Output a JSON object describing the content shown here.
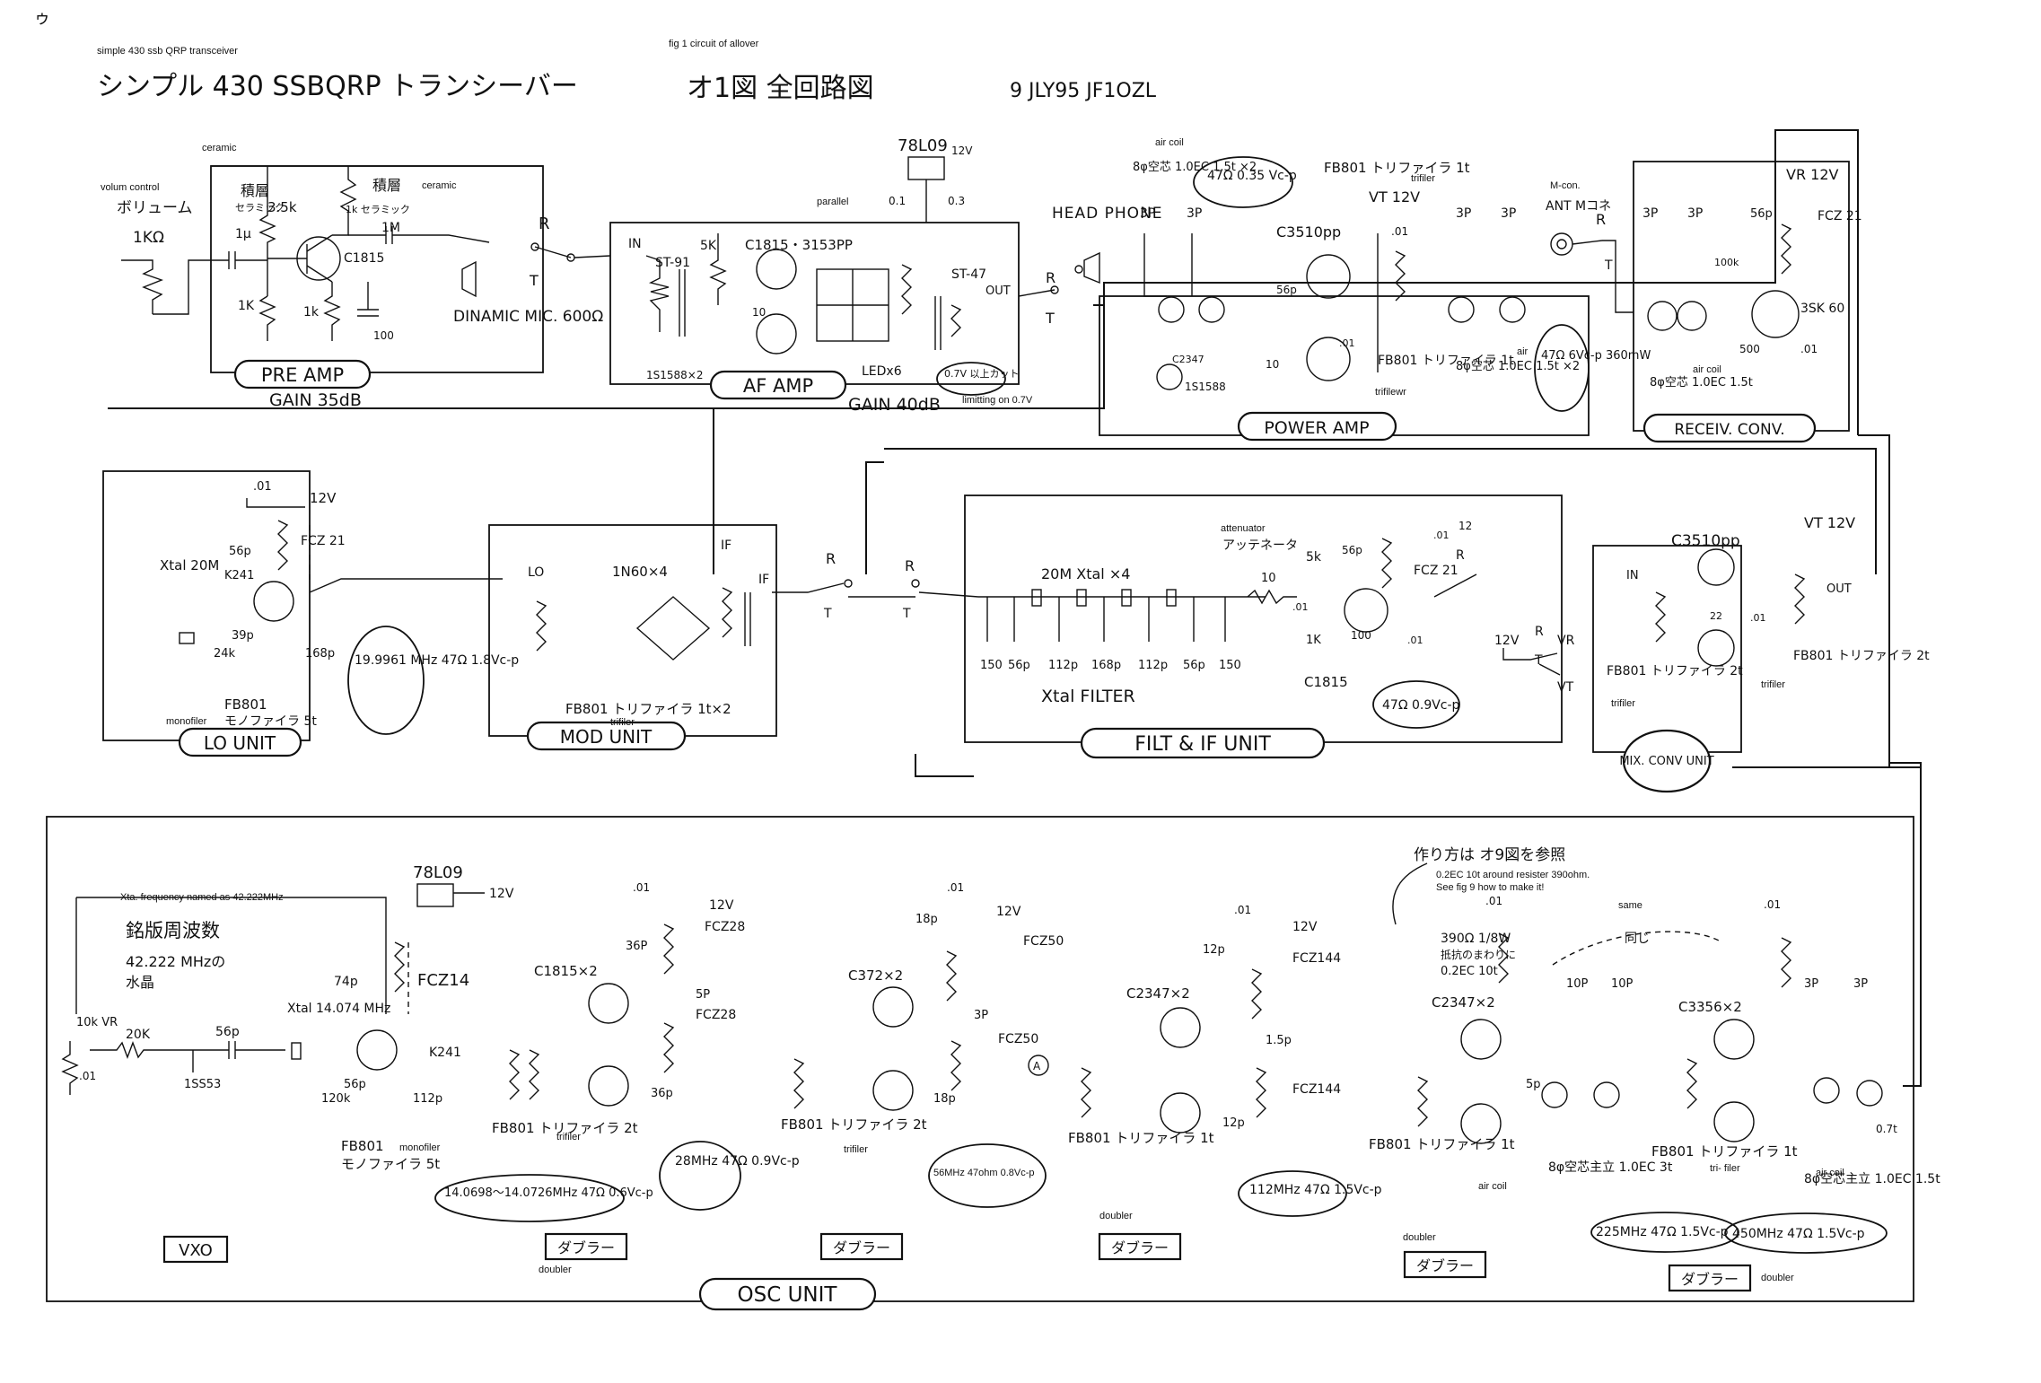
{
  "page": {
    "corner_mark": "ゥ",
    "caption_left": "simple 430 ssb QRP transceiver",
    "caption_center": "fig 1 circuit of allover",
    "title": "シンプル 430 SSBQRP トランシーバー",
    "figure": "オ1図 全回路図",
    "date_author": "9 JLY95 JF1OZL"
  },
  "units": {
    "preamp": "PRE AMP",
    "afamp": "AF AMP",
    "power": "POWER AMP",
    "receiv": "RECEIV. CONV.",
    "lo": "LO UNIT",
    "mod": "MOD UNIT",
    "filt": "FILT & IF UNIT",
    "mix": "MIX. CONV UNIT",
    "osc": "OSC UNIT"
  },
  "preamp": {
    "volum_note": "volum control",
    "volum": "ボリューム",
    "volum_val": "1KΩ",
    "ceramic1": "ceramic",
    "ceramic2": "ceramic",
    "seki1": "積層",
    "sera1": "セラミック",
    "seki2": "積層",
    "sera2": "1k セラミック",
    "cap1": "1μ",
    "cap2": "1M",
    "r35k": "3.5k",
    "tr": "C1815",
    "r1k_a": "1K",
    "r1k_b": "1k",
    "c100": "100",
    "gain": "GAIN 35dB",
    "sw": "R",
    "swt": "T",
    "mic": "DINAMIC MIC. 600Ω"
  },
  "afamp": {
    "in": "IN",
    "st91": "ST-91",
    "r5k": "5K",
    "tr": "C1815・3153PP",
    "parallel": "parallel",
    "r10": "10",
    "st47": "ST-47",
    "out": "OUT",
    "diode": "1S1588×2",
    "led": "LEDx6",
    "gain": "GAIN 40dB",
    "limit": "0.7V 以上カット",
    "limit_note": "limitting on 0.7V",
    "reg": "78L09",
    "v12": "12V",
    "c01a": "0.1",
    "c01b": "0.3"
  },
  "phone": {
    "label": "HEAD PHONE",
    "r": "R",
    "t": "T"
  },
  "power": {
    "aircoil": "air coil",
    "coil": "8φ空芯 1.0EC 1.5t ×2",
    "r47": "47Ω 0.35 Vc-p",
    "fb": "FB801 トリファイラ 1t",
    "trifiler": "trifiler",
    "vt": "VT 12V",
    "c01": ".01",
    "tr": "C3510pp",
    "p3a": "3P",
    "p3b": "3P",
    "p3c": "3P",
    "p3d": "3P",
    "c56": "56p",
    "c01b": ".01",
    "r10": "10",
    "d": "1S1588",
    "tr2": "C2347",
    "fb2": "FB801 トリファイラ 1t",
    "trifilewr": "trifilewr",
    "air": "air",
    "coil2": "8φ空芯 1.0EC 1.5t ×2",
    "out": "47Ω 6Vc-p 360mW"
  },
  "receiv": {
    "mcon": "M-con.",
    "ant": "ANT Mコネ",
    "r": "R",
    "t": "T",
    "p3a": "3P",
    "p3b": "3P",
    "c56": "56p",
    "r100k": "100k",
    "vr": "VR 12V",
    "fc": "FCZ 21",
    "tr": "3SK 60",
    "r500": "500",
    "c01": ".01",
    "coil": "8φ空芯 1.0EC 1.5t",
    "aircoil": "air coil"
  },
  "lo": {
    "c01": ".01",
    "v12": "12V",
    "c56": "56p",
    "fc": "FCZ 21",
    "xtal": "Xtal 20M",
    "tr": "K241",
    "c39": "39p",
    "r24k": "24k",
    "c168": "168p",
    "fb": "FB801",
    "monofiler": "monofiler",
    "mono_jp": "モノファイラ 5t",
    "freq": "19.9961 MHz 47Ω 1.8Vc-p"
  },
  "mod": {
    "lo": "LO",
    "diode": "1N60×4",
    "if": "IF",
    "if2": "IF",
    "fb": "FB801 トリファイラ 1t×2",
    "trifiler": "trifiler"
  },
  "filt": {
    "r1": "R",
    "r2": "R",
    "t1": "T",
    "t2": "T",
    "xtal": "20M Xtal ×4",
    "c150a": "150",
    "c56a": "56p",
    "c112a": "112p",
    "c168": "168p",
    "c112b": "112p",
    "c56b": "56p",
    "c150b": "150",
    "filter": "Xtal FILTER",
    "atten_note": "attenuator",
    "atten": "アッテネータ",
    "r10": "10",
    "c01": ".01",
    "r5k": "5k",
    "c56": "56p",
    "fc": "FCZ 21",
    "c01b": ".01",
    "v12": "12",
    "r": "R",
    "r1k": "1K",
    "r100": "100",
    "c01c": ".01",
    "tr": "C1815",
    "out": "47Ω 0.9Vc-p"
  },
  "mix": {
    "tr": "C3510pp",
    "vt": "VT 12V",
    "in": "IN",
    "out": "OUT",
    "r22": "22",
    "c01": ".01",
    "fb1": "FB801 トリファイラ 2t",
    "trifiler1": "trifiler",
    "fb2": "FB801 トリファイラ 2t",
    "trifiler2": "trifiler",
    "r2v": "12V",
    "vr": "VR",
    "vt2": "VT",
    "rl": "R",
    "tl": "T"
  },
  "osc": {
    "reg": "78L09",
    "v12": "12V",
    "xta_note": "Xta. frequency named as 42.222MHz",
    "meigan": "銘版周波数",
    "meigan2": "42.222 MHzの",
    "meigan3": "水晶",
    "vr": "10k VR",
    "r20k": "20K",
    "c56": "56p",
    "c01": ".01",
    "d": "1SS53",
    "xtal": "Xtal 14.074 MHz",
    "c74": "74p",
    "fc14": "FCZ14",
    "tr": "K241",
    "r120k": "120k",
    "c56b": "56p",
    "c112": "112p",
    "fb": "FB801",
    "monofiler": "monofiler",
    "mono_jp": "モノファイラ 5t",
    "freq1": "14.0698〜14.0726MHz 47Ω 0.6Vc-p",
    "d1_tr": "C1815×2",
    "d1_fb": "FB801 トリファイラ 2t",
    "trifiler1": "trifiler",
    "c36": "36P",
    "c36b": "36p",
    "c5": "5P",
    "c01a": ".01",
    "v12a": "12V",
    "fc28a": "FCZ28",
    "fc28b": "FCZ28",
    "freq2": "28MHz 47Ω 0.9Vc-p",
    "d2_tr": "C372×2",
    "d2_fb": "FB801 トリファイラ 2t",
    "trifiler2": "trifiler",
    "c18a": "18p",
    "c18b": "18p",
    "c3": "3P",
    "c01b": ".01",
    "v12b": "12V",
    "fc50a": "FCZ50",
    "fc50b": "FCZ50",
    "freq3": "56MHz 47ohm 0.8Vc-p",
    "d3_tr": "C2347×2",
    "d3_fb": "FB801 トリファイラ 1t",
    "doubler_note": "doubler",
    "c12a": "12p",
    "c12b": "12p",
    "c15": "1.5p",
    "c01c": ".01",
    "v12c": "12V",
    "fc144a": "FCZ144",
    "fc144b": "FCZ144",
    "freq4": "112MHz 47Ω 1.5Vc-p",
    "d4_tr": "C2347×2",
    "d4_fb": "FB801 トリファイラ 1t",
    "make": "作り方は オ9図を参照",
    "make_note1": "0.2EC 10t around resister 390ohm.",
    "make_note2": "See fig 9 how to make it!",
    "r390": "390Ω 1/8W",
    "r390b": "抵抗のまわりに",
    "r390c": "0.2EC 10t",
    "c01d": ".01",
    "c10a": "10P",
    "c10b": "10P",
    "c5p": "5p",
    "aircoil1": "air coil",
    "coil1": "8φ空芯主立 1.0EC 3t",
    "freq5": "225MHz 47Ω 1.5Vc-p",
    "same": "same",
    "onaji": "同じ",
    "d5_tr": "C3356×2",
    "d5_fb": "FB801 トリファイラ 1t",
    "trifiler5": "tri- filer",
    "c01e": ".01",
    "c3a": "3P",
    "c3b": "3P",
    "aircoil2": "air coil",
    "coil2": "8φ空芯主立 1.0EC 1.5t",
    "c07": "0.7t",
    "freq6": "450MHz 47Ω 1.5Vc-p",
    "vxo": "VXO",
    "dbl1": "ダブラー",
    "dbl2": "ダブラー",
    "dbl3": "ダブラー",
    "dbl4": "ダブラー",
    "dbl5": "ダブラー",
    "doubler1": "doubler",
    "doubler4": "doubler",
    "doubler5": "doubler"
  }
}
